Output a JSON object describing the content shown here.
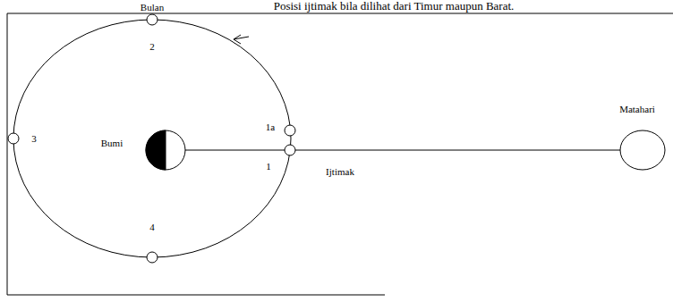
{
  "diagram": {
    "title": "Posisi ijtimak bila dilihat dari Timur maupun Barat.",
    "labels": [
      "Bulan",
      "2",
      "1a",
      "Bumi",
      "3",
      "1",
      "Ijtimak",
      "Matahari",
      "4"
    ]
  }
}
